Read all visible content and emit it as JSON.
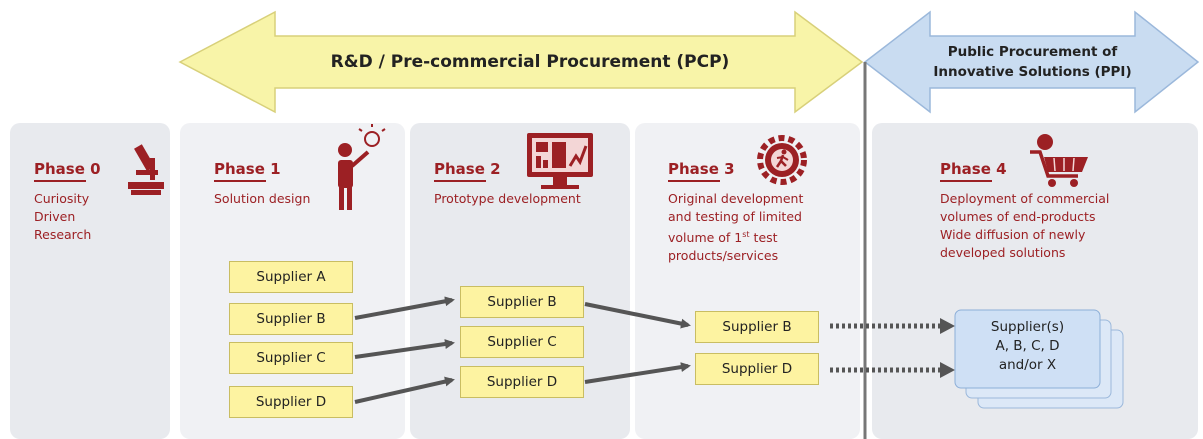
{
  "banners": {
    "pcp": "R&D / Pre-commercial Procurement (PCP)",
    "ppi_line1": "Public Procurement of",
    "ppi_line2": "Innovative Solutions (PPI)"
  },
  "phases": [
    {
      "title": "Phase 0",
      "desc": "Curiosity\nDriven\nResearch",
      "icon": "microscope-icon"
    },
    {
      "title": "Phase 1",
      "desc": "Solution design",
      "icon": "person-idea-icon"
    },
    {
      "title": "Phase 2",
      "desc": "Prototype development",
      "icon": "monitor-chart-icon"
    },
    {
      "title": "Phase 3",
      "desc_line1": "Original development",
      "desc_line2": "and testing of limited",
      "desc_line3_pre": "volume of 1",
      "desc_line3_sup": "st",
      "desc_line3_post": " test",
      "desc_line4": "products/services",
      "icon": "gear-runner-icon"
    },
    {
      "title": "Phase 4",
      "desc": "Deployment of commercial\nvolumes of end-products\nWide diffusion of newly\ndeveloped solutions",
      "icon": "shopping-cart-icon"
    }
  ],
  "suppliers": {
    "phase1": [
      "Supplier A",
      "Supplier B",
      "Supplier C",
      "Supplier D"
    ],
    "phase2": [
      "Supplier B",
      "Supplier C",
      "Supplier D"
    ],
    "phase3": [
      "Supplier B",
      "Supplier D"
    ],
    "phase4": {
      "line1": "Supplier(s)",
      "line2": "A, B, C, D",
      "line3": "and/or X"
    }
  },
  "colors": {
    "phase_red": "#9c2024",
    "pcp_banner": "#f8f4a8",
    "ppi_banner": "#c9dcf1",
    "supplier_box": "#fdf3a1",
    "panel": "#e8eaee",
    "arrow": "#555555"
  }
}
